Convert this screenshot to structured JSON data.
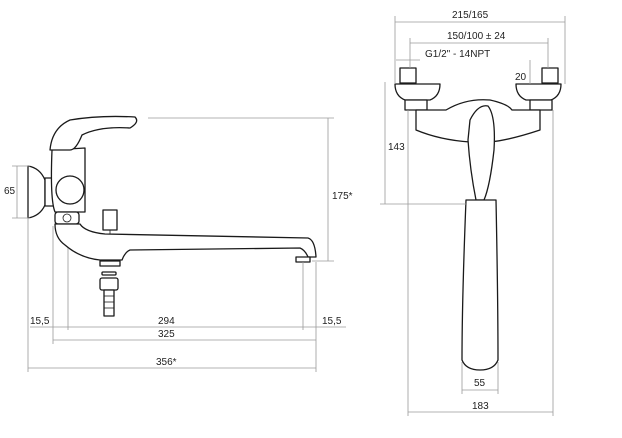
{
  "side_view": {
    "height_wall": "65",
    "height_total": "175*",
    "offset_left": "15,5",
    "spout_reach": "294",
    "offset_right": "15,5",
    "spout_length": "325",
    "total_length": "356*"
  },
  "front_view": {
    "width_total": "215/165",
    "center_distance": "150/100 ± 24",
    "thread": "G1/2\" - 14NPT",
    "connector_height": "20",
    "body_height": "143",
    "spout_width": "55",
    "bottom_width": "183"
  }
}
